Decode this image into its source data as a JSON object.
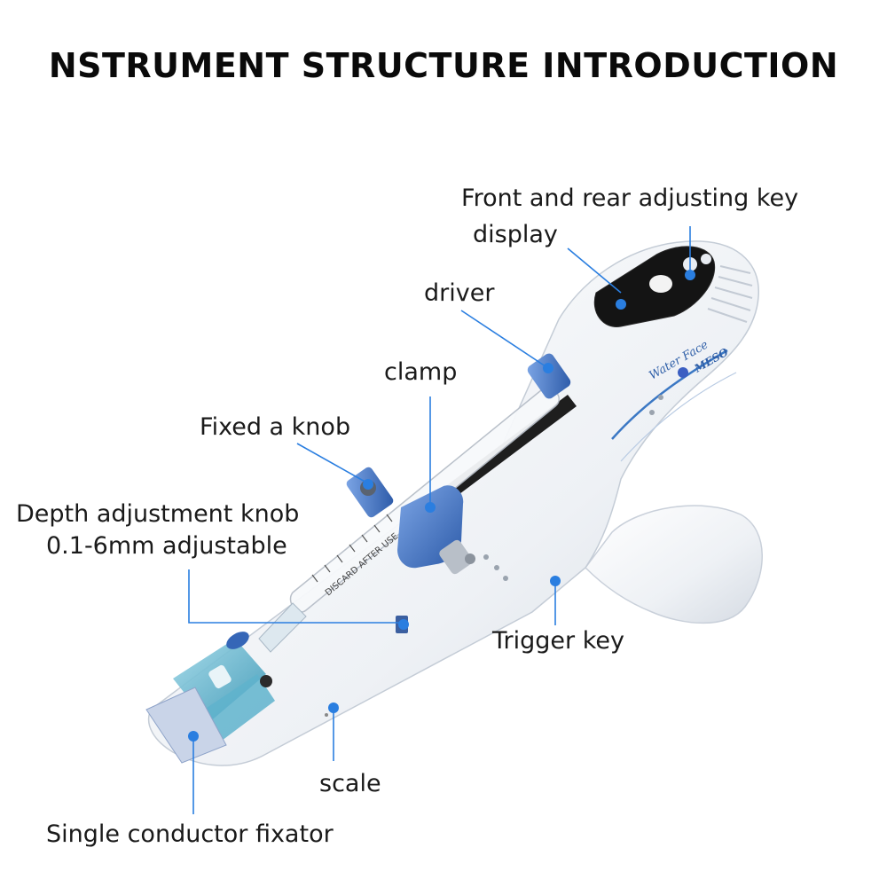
{
  "title": "NSTRUMENT STRUCTURE INTRODUCTION",
  "device": {
    "brand_line1": "Water Face",
    "brand_line2": "MESO",
    "syringe_text": "DISCARD AFTER USE"
  },
  "labels": {
    "front_rear_key": "Front and rear adjusting key",
    "display": "display",
    "driver": "driver",
    "clamp": "clamp",
    "fixed_knob": "Fixed a knob",
    "depth_knob_line1": "Depth adjustment knob",
    "depth_knob_line2": "0.1-6mm adjustable",
    "trigger_key": "Trigger key",
    "scale": "scale",
    "single_conductor": "Single conductor fixator"
  },
  "colors": {
    "leader_line": "#2a7ee0",
    "accent_blue": "#2f6fc0",
    "device_body": "#f1f3f6"
  }
}
